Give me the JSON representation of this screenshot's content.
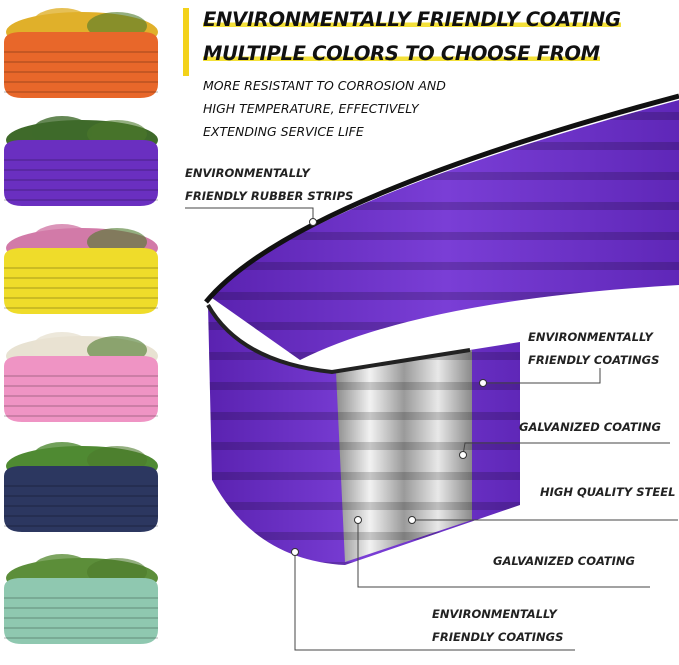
{
  "header": {
    "title_line1": "ENVIRONMENTALLY FRIENDLY COATING",
    "title_line2": "MULTIPLE COLORS TO CHOOSE FROM",
    "description_lines": [
      "MORE RESISTANT TO CORROSION AND",
      "HIGH TEMPERATURE, EFFECTIVELY",
      "EXTENDING SERVICE LIFE"
    ]
  },
  "color_options": [
    {
      "name": "orange",
      "color": "#e8672a",
      "plant": "#e0b02a"
    },
    {
      "name": "purple",
      "color": "#6a2fc0",
      "plant": "#3f6a2a"
    },
    {
      "name": "yellow",
      "color": "#efdc2a",
      "plant": "#d27aa8"
    },
    {
      "name": "pink",
      "color": "#ef94c4",
      "plant": "#e8e2d2"
    },
    {
      "name": "navy",
      "color": "#2c3760",
      "plant": "#4f8a32"
    },
    {
      "name": "sage",
      "color": "#8fc8b0",
      "plant": "#5c8e3a"
    }
  ],
  "callouts": {
    "rubber_strips": [
      "ENVIRONMENTALLY",
      "FRIENDLY RUBBER STRIPS"
    ],
    "coatings_top": [
      "ENVIRONMENTALLY",
      "FRIENDLY COATINGS"
    ],
    "galvanized_top": "GALVANIZED COATING",
    "steel": "HIGH QUALITY STEEL",
    "galvanized_bottom": "GALVANIZED COATING",
    "coatings_bottom": [
      "ENVIRONMENTALLY",
      "FRIENDLY COATINGS"
    ]
  },
  "colors": {
    "accent": "#f3d21a",
    "wall": "#6a2fc0",
    "steel": "#b8b8b8"
  }
}
